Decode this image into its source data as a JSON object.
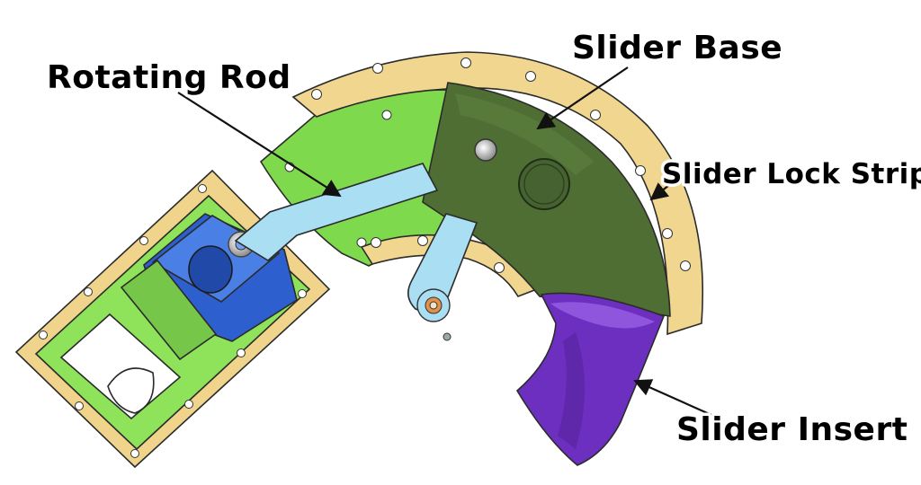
{
  "labels": {
    "rotating_rod": "Rotating Rod",
    "slider_base": "Slider Base",
    "slider_lock_strip": "Slider Lock Strip",
    "slider_insert": "Slider Insert"
  },
  "colors": {
    "lock_strip": "#f1d68f",
    "mount_plate": "#7fd94d",
    "slider_base": "#4f6e34",
    "rotating_rod": "#a9def3",
    "pivot_block": "#3b6fd9",
    "slider_insert": "#6c2fbf",
    "frame": "#f0d48c"
  }
}
